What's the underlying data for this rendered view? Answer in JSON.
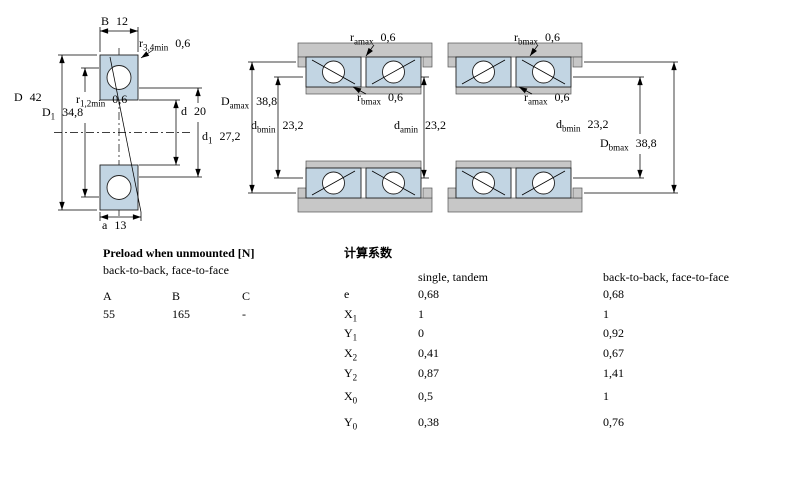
{
  "colors": {
    "bearing_blue": "#c2d5e3",
    "housing_gray": "#c7c7c7"
  },
  "section_drawing": {
    "dim_B": {
      "sym": "B",
      "sub": "",
      "val": "12"
    },
    "dim_r34": {
      "sym": "r",
      "sub": "3,4min",
      "val": "0,6"
    },
    "dim_D": {
      "sym": "D",
      "sub": "",
      "val": "42"
    },
    "dim_D1": {
      "sym": "D",
      "sub": "1",
      "val": "34,8"
    },
    "dim_r12": {
      "sym": "r",
      "sub": "1,2min",
      "val": "0,6"
    },
    "dim_d": {
      "sym": "d",
      "sub": "",
      "val": "20"
    },
    "dim_d1": {
      "sym": "d",
      "sub": "1",
      "val": "27,2"
    },
    "dim_a": {
      "sym": "a",
      "sub": "",
      "val": "13"
    }
  },
  "mounting_left": {
    "dim_ramax": {
      "sym": "r",
      "sub": "amax",
      "val": "0,6"
    },
    "dim_Damax": {
      "sym": "D",
      "sub": "amax",
      "val": "38,8"
    },
    "dim_dbmin": {
      "sym": "d",
      "sub": "bmin",
      "val": "23,2"
    },
    "dim_rbmax": {
      "sym": "r",
      "sub": "bmax",
      "val": "0,6"
    },
    "dim_damin": {
      "sym": "d",
      "sub": "amin",
      "val": "23,2"
    }
  },
  "mounting_right": {
    "dim_rbmax": {
      "sym": "r",
      "sub": "bmax",
      "val": "0,6"
    },
    "dim_ramax": {
      "sym": "r",
      "sub": "amax",
      "val": "0,6"
    },
    "dim_dbmin": {
      "sym": "d",
      "sub": "bmin",
      "val": "23,2"
    },
    "dim_Dbmax": {
      "sym": "D",
      "sub": "bmax",
      "val": "38,8"
    }
  },
  "preload_table": {
    "title": "Preload when unmounted [N]",
    "subtitle": "back-to-back, face-to-face",
    "headers": [
      "A",
      "B",
      "C"
    ],
    "values": [
      "55",
      "165",
      "-"
    ]
  },
  "factors_table": {
    "title": "计算系数",
    "col_single": "single, tandem",
    "col_pair": "back-to-back, face-to-face",
    "rows": [
      {
        "sym": "e",
        "sub": "",
        "single": "0,68",
        "pair": "0,68"
      },
      {
        "sym": "X",
        "sub": "1",
        "single": "1",
        "pair": "1"
      },
      {
        "sym": "Y",
        "sub": "1",
        "single": "0",
        "pair": "0,92"
      },
      {
        "sym": "X",
        "sub": "2",
        "single": "0,41",
        "pair": "0,67"
      },
      {
        "sym": "Y",
        "sub": "2",
        "single": "0,87",
        "pair": "1,41"
      },
      {
        "sym": "X",
        "sub": "0",
        "single": "0,5",
        "pair": "1"
      },
      {
        "sym": "Y",
        "sub": "0",
        "single": "0,38",
        "pair": "0,76"
      }
    ]
  }
}
